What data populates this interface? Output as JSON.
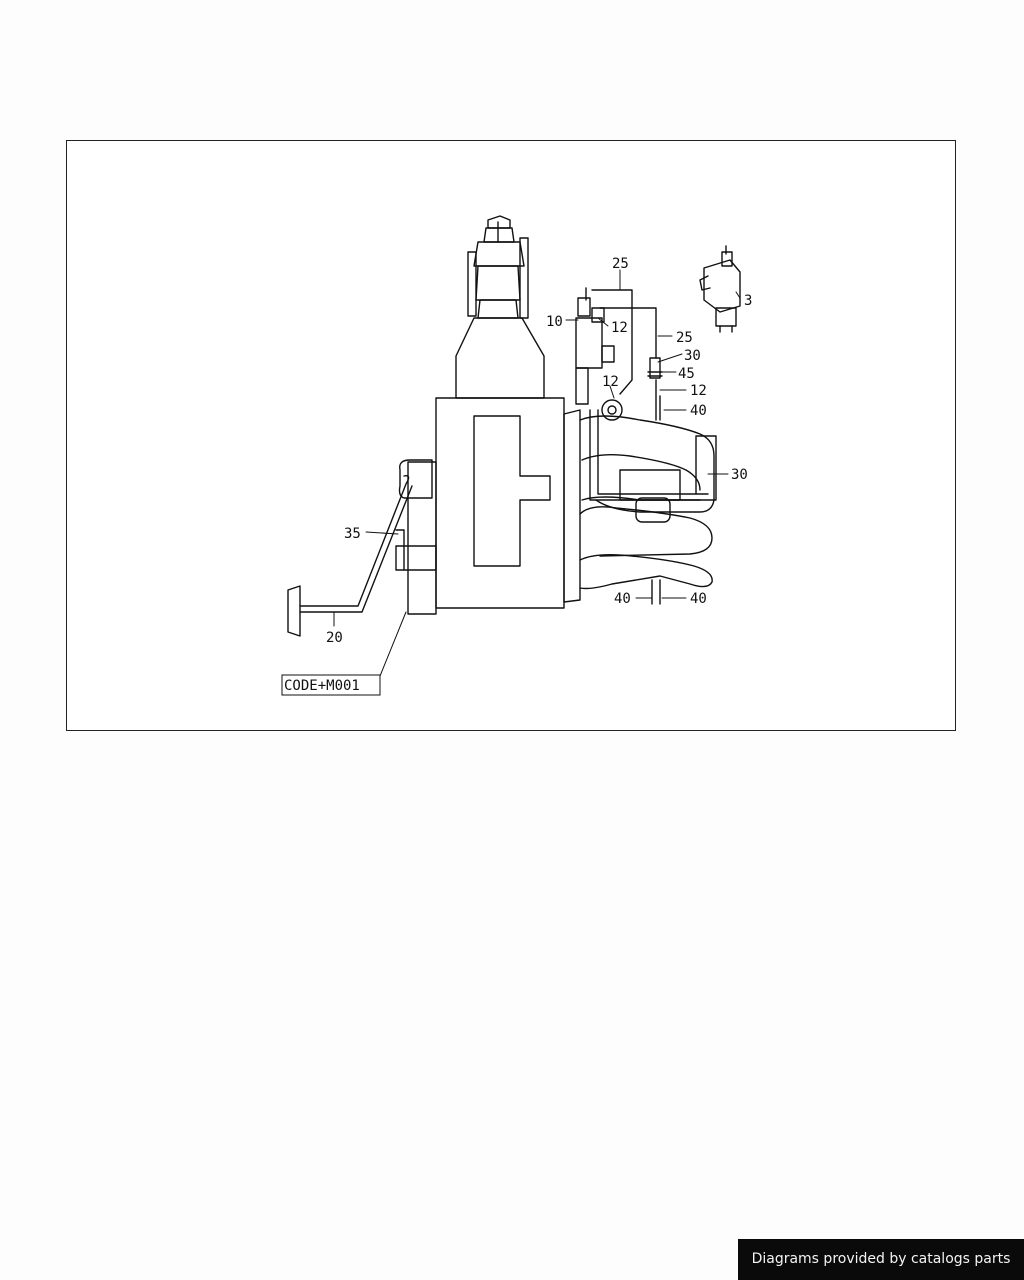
{
  "diagram": {
    "callouts": {
      "c3": "3",
      "c10": "10",
      "c12a": "12",
      "c12b": "12",
      "c12c": "12",
      "c20": "20",
      "c25a": "25",
      "c25b": "25",
      "c30a": "30",
      "c30b": "30",
      "c35": "35",
      "c40a": "40",
      "c40b": "40",
      "c40c": "40",
      "c45": "45"
    },
    "code_label": "CODE+M001"
  },
  "footer": {
    "credit": "Diagrams provided by catalogs parts"
  }
}
